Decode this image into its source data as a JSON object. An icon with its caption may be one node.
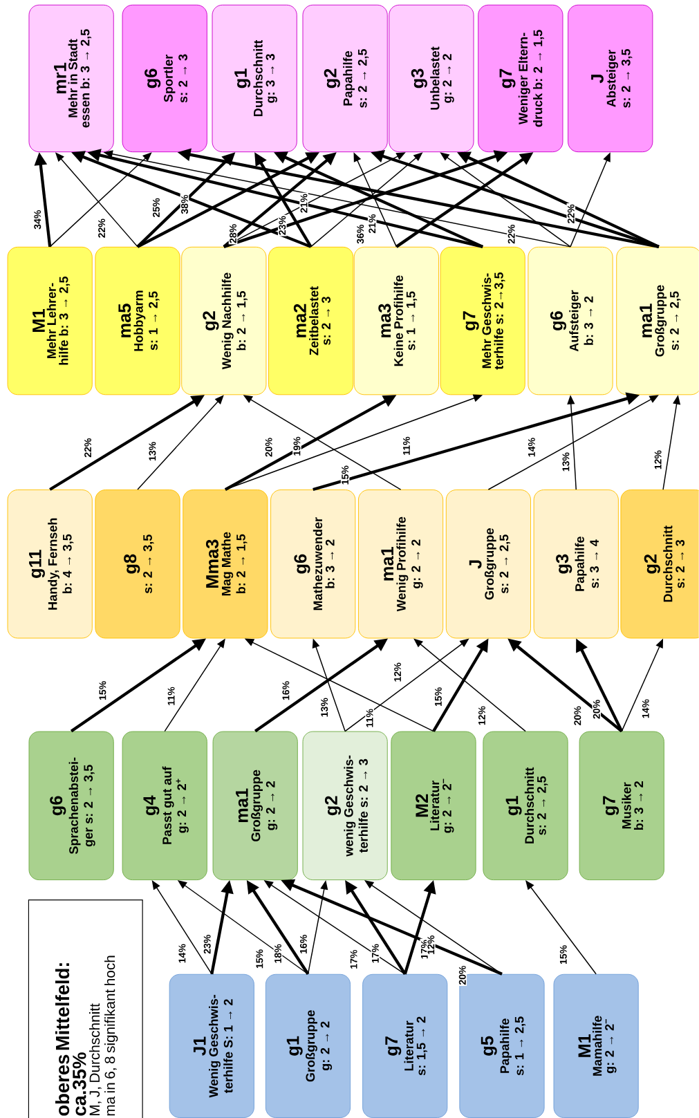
{
  "diagram": {
    "nodes": [
      {
        "text": [
          "mr1",
          "Mehr in Stadt",
          "essen b: 3 → 2,5"
        ]
      },
      {
        "text": [
          "g6",
          "Sportler",
          "s: 2 → 3"
        ]
      },
      {
        "text": [
          "g1",
          "Durchschnitt",
          "g: 3 → 3"
        ]
      },
      {
        "text": [
          "g2",
          "Papahilfe",
          "s: 2 → 2,5"
        ]
      },
      {
        "text": [
          "g3",
          "Unbelastet",
          "g: 2 → 2"
        ]
      },
      {
        "text": [
          "g7",
          "Weniger Eltern-",
          "druck b: 2 → 1,5"
        ]
      },
      {
        "text": [
          "J",
          "Absteiger",
          "s: 2 → 3,5"
        ]
      },
      {
        "text": [
          "M1",
          "Mehr Lehrer-",
          "hilfe b: 3 → 2,5"
        ]
      },
      {
        "text": [
          "ma5",
          "Hobbyarm",
          "s: 1 → 2,5"
        ]
      },
      {
        "text": [
          "g2",
          "Wenig Nachhilfe",
          "b: 2 → 1,5"
        ]
      },
      {
        "text": [
          "ma2",
          "Zeitbelastet",
          "s: 2 → 3"
        ]
      },
      {
        "text": [
          "ma3",
          "Keine Profihilfe",
          "s: 1 → 1,5"
        ]
      },
      {
        "text": [
          "g7",
          "Mehr Geschwis-",
          "terhilfe s: 2→3,5"
        ]
      },
      {
        "text": [
          "g6",
          "Aufsteiger",
          "b: 3 → 2"
        ]
      },
      {
        "text": [
          "ma1",
          "Großgruppe",
          "s: 2 → 2,5"
        ]
      },
      {
        "text": [
          "g11",
          "Handy, Fernseh",
          "b: 4 → 3,5"
        ]
      },
      {
        "text": [
          "g8",
          "s: 2 → 3,5"
        ]
      },
      {
        "text": [
          "Mma3",
          "Mag Mathe",
          "b: 2 → 1,5"
        ]
      },
      {
        "text": [
          "g6",
          "Mathezuwender",
          "b: 3 → 2"
        ]
      },
      {
        "text": [
          "ma1",
          "Wenig Profihilfe",
          "g: 2 → 2"
        ]
      },
      {
        "text": [
          "J",
          "Großgruppe",
          "s: 2 → 2,5"
        ]
      },
      {
        "text": [
          "g3",
          "Papahilfe",
          "s: 3 → 4"
        ]
      },
      {
        "text": [
          "g2",
          "Durchschnitt",
          "s: 2 → 3"
        ]
      },
      {
        "text": [
          "g6",
          "Sprachenabstei-",
          "ger s: 2 → 3,5"
        ]
      },
      {
        "text": [
          "g4",
          "Passt gut auf",
          "g: 2 → 2$^{+}$"
        ]
      },
      {
        "text": [
          "ma1",
          "Großgruppe",
          "g: 2 → 2"
        ]
      },
      {
        "text": [
          "g2",
          "wenig Geschwis-",
          "terhilfe s: 2 → 3"
        ]
      },
      {
        "text": [
          "M2",
          "Literatur",
          "g: 2 → 2$^{−}$"
        ]
      },
      {
        "text": [
          "g1",
          "Durchschnitt",
          "s: 2 → 2,5"
        ]
      },
      {
        "text": [
          "g7",
          "Musiker",
          "b: 3 → 2"
        ]
      },
      {
        "text": [
          "J1",
          "Wenig Geschwis-",
          "terhilfe S: 1 → 2"
        ]
      },
      {
        "text": [
          "g1",
          "Großgruppe",
          "g: 2 → 2"
        ]
      },
      {
        "text": [
          "g7",
          "Literatur",
          "s: 1,5 → 2"
        ]
      },
      {
        "text": [
          "g5",
          "Papahilfe",
          "s: 1 → 2,5"
        ]
      },
      {
        "text": [
          "M1",
          "Mamahilfe",
          "g: 2 → 2$^{−}$"
        ]
      },
      {
        "text": [
          "oberes Mittelfeld:",
          "ca.35%",
          "M, J, Durchschnitt",
          "ma in 6, 8 signifikant hoch"
        ]
      }
    ],
    "edges": [
      {
        "from": 30,
        "to": 24,
        "arrow": "to",
        "label": "14%"
      },
      {
        "from": 30,
        "to": 25,
        "arrow": "to",
        "label": "23%",
        "style": "thick"
      },
      {
        "from": 31,
        "to": 24,
        "arrow": "to",
        "label": "15%"
      },
      {
        "from": 31,
        "to": 25,
        "arrow": "to",
        "label": "18%",
        "style": "thick"
      },
      {
        "from": 31,
        "to": 26,
        "arrow": "to",
        "label": "16%"
      },
      {
        "from": 32,
        "to": 25,
        "arrow": "to",
        "label": "17%"
      },
      {
        "from": 32,
        "to": 26,
        "arrow": "to",
        "label": "17%",
        "style": "thick"
      },
      {
        "from": 32,
        "to": 27,
        "arrow": "to",
        "label": "17%",
        "style": "thick"
      },
      {
        "from": 33,
        "to": 25,
        "arrow": "to",
        "label": "20%",
        "style": "thick"
      },
      {
        "from": 33,
        "to": 26,
        "arrow": "to",
        "label": "12%"
      },
      {
        "from": 34,
        "to": 28,
        "arrow": "to",
        "label": "15%"
      },
      {
        "from": 23,
        "to": 17,
        "arrow": "to",
        "label": "15%",
        "style": "thick"
      },
      {
        "from": 24,
        "to": 17,
        "arrow": "to",
        "label": "11%"
      },
      {
        "from": 25,
        "to": 19,
        "arrow": "to",
        "label": "16%",
        "style": "thick"
      },
      {
        "from": 26,
        "to": 18,
        "arrow": "to",
        "label": "13%"
      },
      {
        "from": 26,
        "to": 20,
        "arrow": "to",
        "label": "12%"
      },
      {
        "from": 27,
        "to": 17,
        "arrow": "to",
        "label": "11%"
      },
      {
        "from": 27,
        "to": 20,
        "arrow": "to",
        "label": "15%",
        "style": "thick"
      },
      {
        "from": 28,
        "to": 19,
        "arrow": "to",
        "label": "12%"
      },
      {
        "from": 29,
        "to": 20,
        "arrow": "to",
        "label": "20%",
        "style": "thick"
      },
      {
        "from": 29,
        "to": 21,
        "arrow": "to",
        "label": "20%",
        "style": "thick"
      },
      {
        "from": 29,
        "to": 22,
        "arrow": "to",
        "label": "14%"
      },
      {
        "from": 15,
        "to": 9,
        "arrow": "to",
        "label": "22%",
        "style": "thick"
      },
      {
        "from": 16,
        "to": 9,
        "arrow": "to",
        "label": "13%"
      },
      {
        "from": 17,
        "to": 11,
        "arrow": "to",
        "label": "20%",
        "style": "thick"
      },
      {
        "from": 17,
        "to": 12,
        "arrow": "to",
        "label": "19%"
      },
      {
        "from": 18,
        "to": 14,
        "arrow": "to",
        "label": "11%",
        "style": "thick"
      },
      {
        "from": 19,
        "to": 9,
        "arrow": "to",
        "label": "15%"
      },
      {
        "from": 20,
        "to": 14,
        "arrow": "to",
        "label": "14%"
      },
      {
        "from": 21,
        "to": 13,
        "arrow": "to",
        "label": "13%"
      },
      {
        "from": 22,
        "to": 14,
        "arrow": "to",
        "label": "12%"
      },
      {
        "from": 7,
        "to": 0,
        "arrow": "to",
        "label": "34%",
        "style": "thick"
      },
      {
        "from": 7,
        "to": 1,
        "arrow": "to"
      },
      {
        "from": 8,
        "to": 0,
        "arrow": "to",
        "label": "22%"
      },
      {
        "from": 8,
        "to": 2,
        "arrow": "to",
        "label": "25%",
        "style": "thick"
      },
      {
        "from": 8,
        "to": 3,
        "arrow": "to",
        "label": "38%",
        "style": "thick"
      },
      {
        "from": 9,
        "to": 3,
        "arrow": "to",
        "style": "thick"
      },
      {
        "from": 9,
        "to": 4,
        "arrow": "to"
      },
      {
        "from": 9,
        "to": 5,
        "arrow": "to",
        "label": "21%",
        "style": "thick"
      },
      {
        "from": 10,
        "to": 0,
        "arrow": "to",
        "label": "28%",
        "style": "thick"
      },
      {
        "from": 10,
        "to": 2,
        "arrow": "to",
        "label": "23%",
        "style": "thick"
      },
      {
        "from": 10,
        "to": 4,
        "arrow": "to"
      },
      {
        "from": 11,
        "to": 3,
        "arrow": "to",
        "label": "21%"
      },
      {
        "from": 11,
        "to": 5,
        "arrow": "to",
        "style": "thick"
      },
      {
        "from": 12,
        "to": 0,
        "arrow": "to",
        "label": "36%",
        "style": "thick"
      },
      {
        "from": 12,
        "to": 2,
        "arrow": "to",
        "style": "thick"
      },
      {
        "from": 13,
        "to": 0,
        "arrow": "to"
      },
      {
        "from": 13,
        "to": 4,
        "arrow": "to"
      },
      {
        "from": 13,
        "to": 6,
        "arrow": "to",
        "label": "22%"
      },
      {
        "from": 14,
        "to": 1,
        "arrow": "to",
        "label": "22%",
        "style": "thick"
      },
      {
        "from": 14,
        "to": 3,
        "arrow": "to",
        "style": "thick"
      },
      {
        "from": 14,
        "to": 4,
        "arrow": "to",
        "style": "thick"
      }
    ]
  }
}
